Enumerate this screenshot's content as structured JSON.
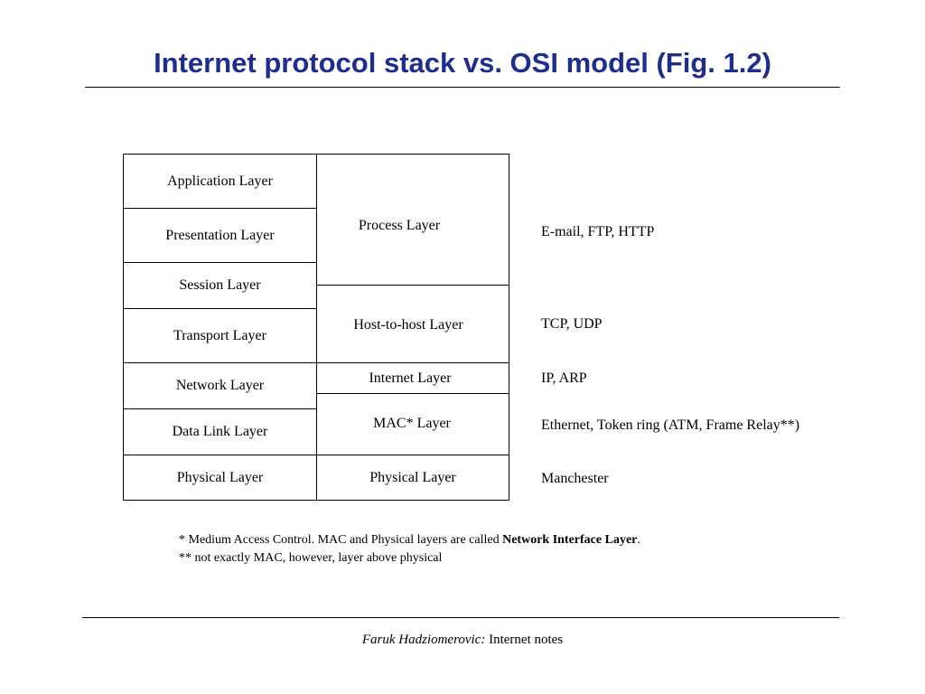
{
  "title": "Internet protocol stack vs. OSI model (Fig. 1.2)",
  "osi_layers": [
    "Application Layer",
    "Presentation Layer",
    "Session Layer",
    "Transport Layer",
    "Network Layer",
    "Data Link Layer",
    "Physical Layer"
  ],
  "internet_layers": [
    "Process Layer",
    "Host-to-host Layer",
    "Internet Layer",
    "MAC* Layer",
    "Physical Layer"
  ],
  "protocols": [
    "E-mail, FTP, HTTP",
    "TCP, UDP",
    "IP, ARP",
    "Ethernet, Token ring (ATM, Frame Relay**)",
    "Manchester"
  ],
  "notes": {
    "line1_prefix": "* Medium Access Control. MAC and Physical layers are called ",
    "line1_bold": "Network Interface Layer",
    "line1_suffix": ".",
    "line2": "** not exactly MAC, however, layer above physical"
  },
  "footer": {
    "author": "Faruk Hadziomerovic:",
    "text": " Internet notes"
  }
}
